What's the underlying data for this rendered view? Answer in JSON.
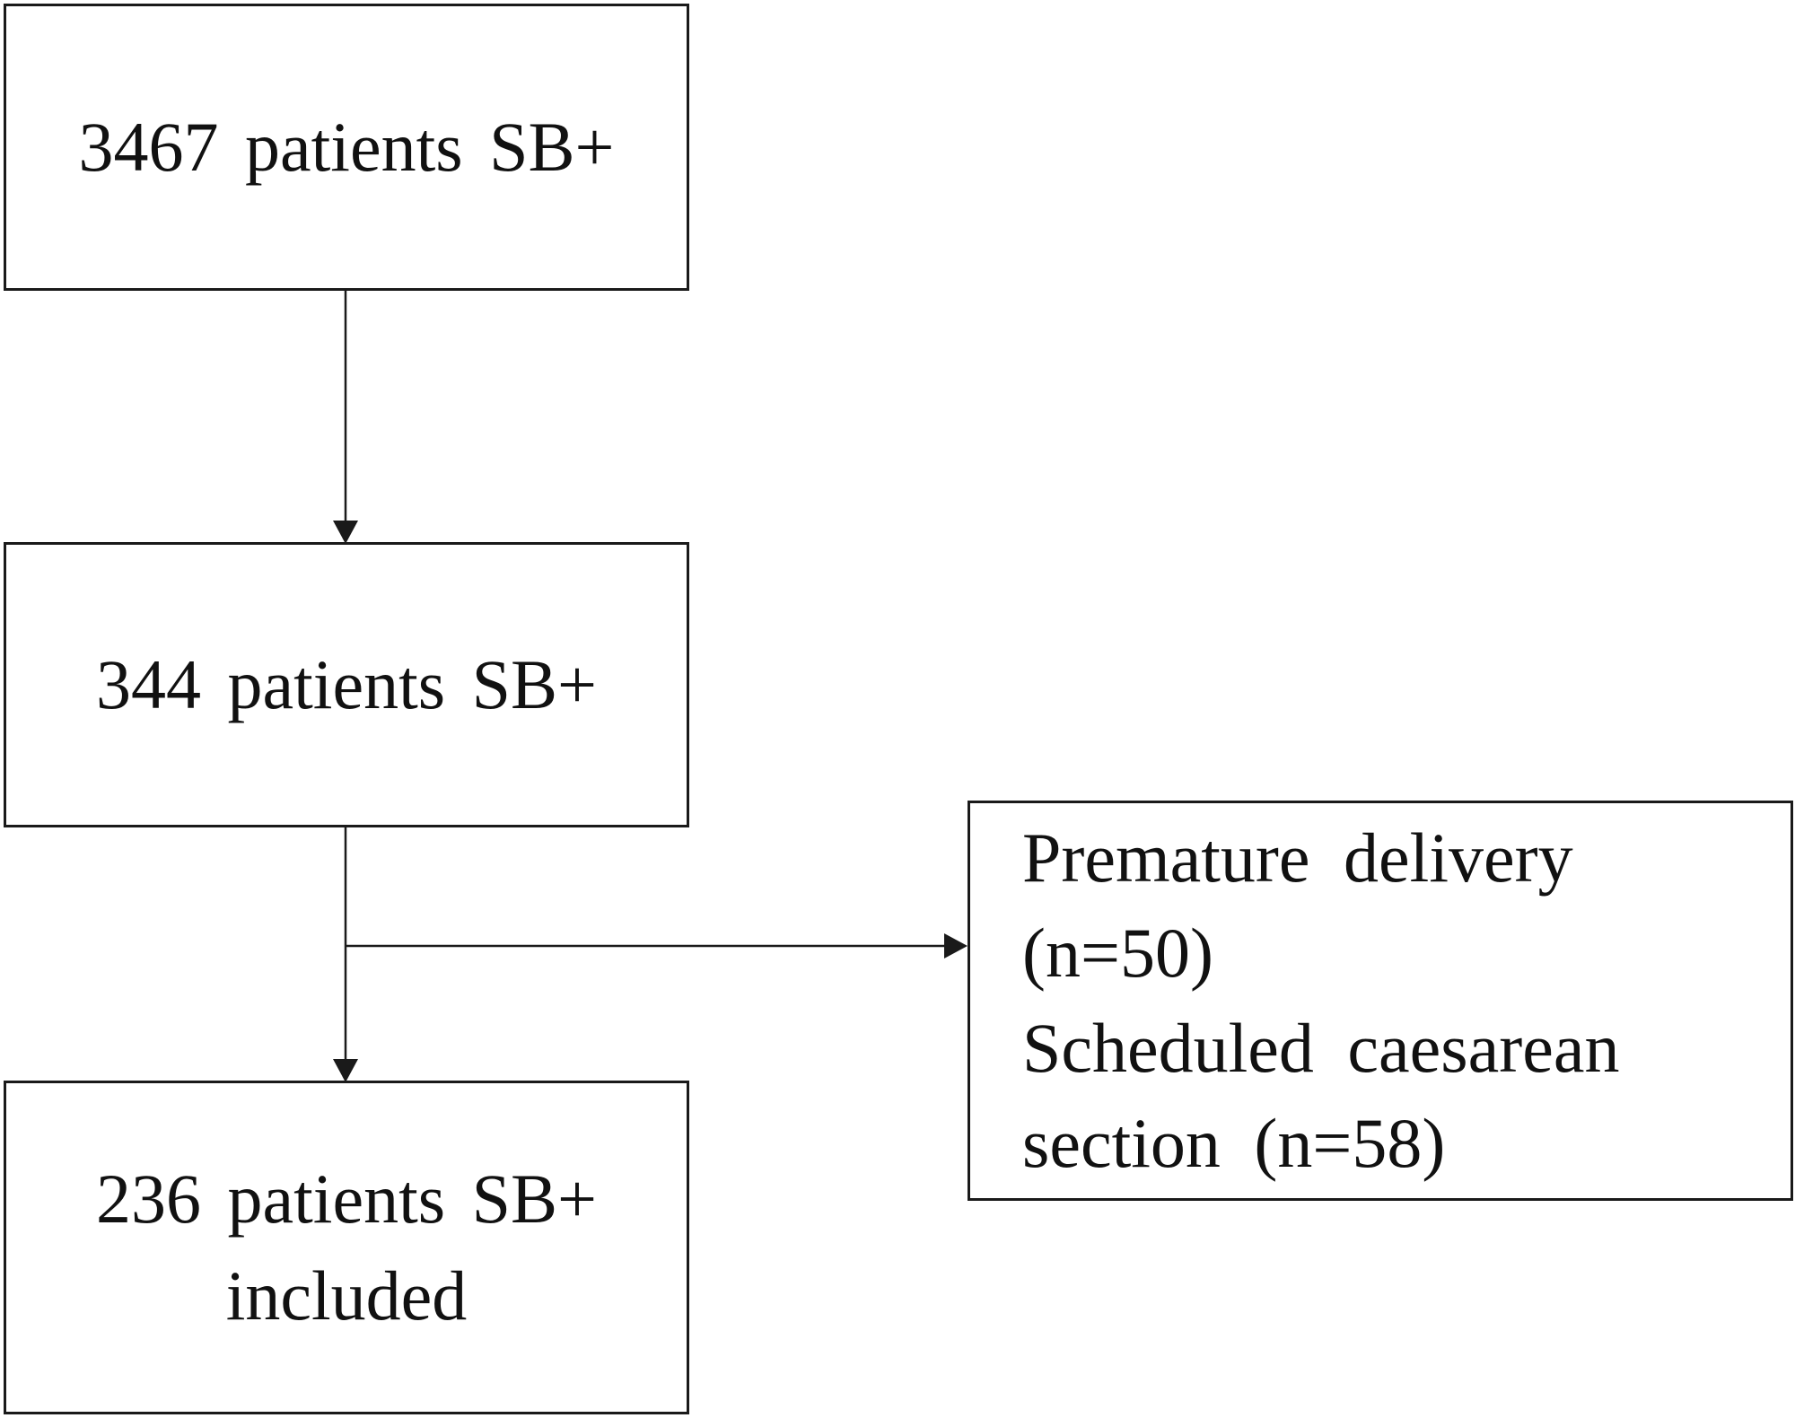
{
  "diagram": {
    "type": "flowchart",
    "nodes": {
      "top": {
        "lines": [
          "3467 patients  SB+"
        ]
      },
      "middle": {
        "lines": [
          "344 patients  SB+"
        ]
      },
      "bottom": {
        "lines": [
          "236 patients  SB+",
          "included"
        ]
      },
      "exclusion": {
        "lines": [
          "Premature  delivery",
          "(n=50)",
          "Scheduled  caesarean",
          "section  (n=58)"
        ]
      }
    },
    "edges": [
      {
        "from": "top",
        "to": "middle"
      },
      {
        "from": "middle",
        "to": "bottom"
      },
      {
        "from": "middle",
        "to": "exclusion"
      }
    ],
    "colors": {
      "line": "#1a1a1a",
      "background": "#ffffff",
      "text": "#111111"
    }
  }
}
